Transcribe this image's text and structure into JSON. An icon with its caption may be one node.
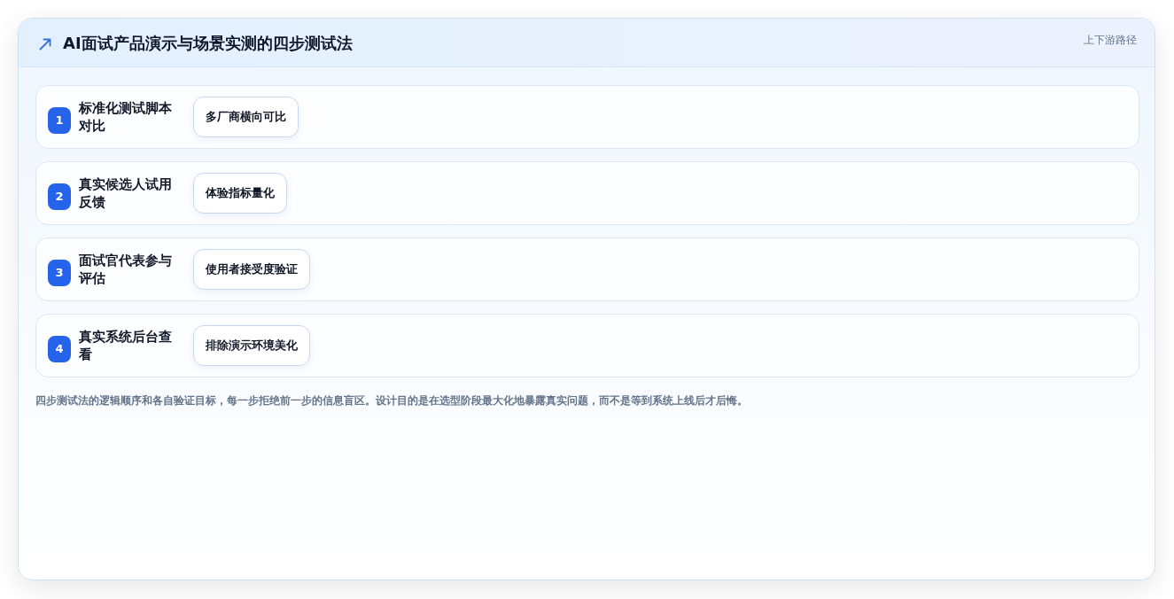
{
  "diagram": {
    "title": "AI面试产品演示与场景实测的四步测试法",
    "nodes": [
      {
        "text": [
          "标准化测试脚本对比"
        ]
      },
      {
        "text": [
          "1"
        ],
        "in": 0
      },
      {
        "text": [
          "多厂商横向可比"
        ],
        "in": 0
      },
      {
        "text": [
          "真实候选人试用反馈"
        ]
      },
      {
        "text": [
          "2"
        ],
        "in": 3
      },
      {
        "text": [
          "体验指标量化"
        ],
        "in": 3
      },
      {
        "text": [
          "面试官代表参与评估"
        ]
      },
      {
        "text": [
          "3"
        ],
        "in": 6
      },
      {
        "text": [
          "使用者接受度验证"
        ],
        "in": 6
      },
      {
        "text": [
          "真实系统后台查看"
        ]
      },
      {
        "text": [
          "4"
        ],
        "in": 9
      },
      {
        "text": [
          "排除演示环境美化"
        ],
        "in": 9
      }
    ],
    "edges": [],
    "labels": [
      "上下游路径"
    ],
    "caption": "四步测试法的逻辑顺序和各自验证目标，每一步拒绝前一步的信息盲区。设计目的是在选型阶段最大化地暴露真实问题，而不是等到系统上线后才后悔。"
  }
}
